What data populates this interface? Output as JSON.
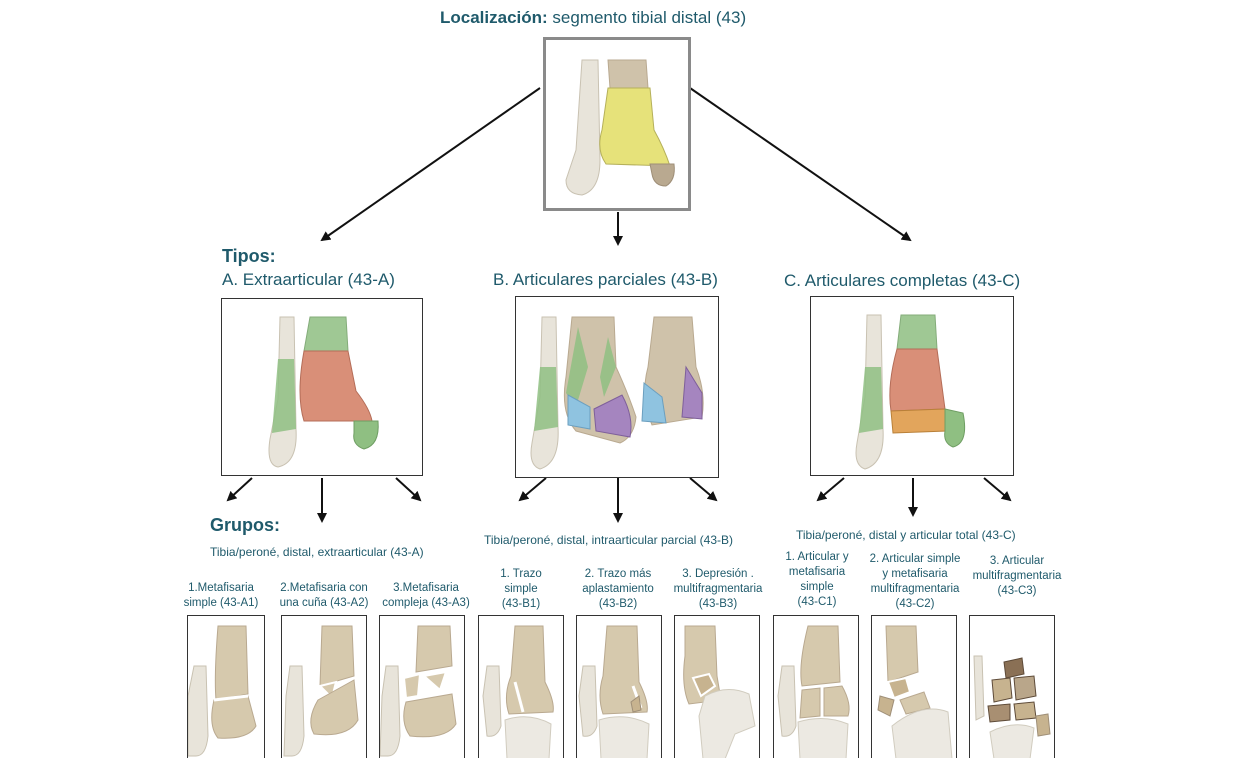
{
  "localization": {
    "label": "Localización:",
    "value": " segmento tibial distal (43)"
  },
  "tipos_label": "Tipos:",
  "grupos_label": "Grupos:",
  "types": [
    {
      "title": "A. Extraarticular (43-A)",
      "description": "Tibia/peroné, distal, extraarticular (43-A)",
      "groups": [
        {
          "lines": [
            "1.Metafisaria",
            "simple (43-A1)"
          ]
        },
        {
          "lines": [
            "2.Metafisaria con",
            "una cuña (43-A2)"
          ]
        },
        {
          "lines": [
            "3.Metafisaria",
            "compleja (43-A3)"
          ]
        }
      ]
    },
    {
      "title": "B. Articulares parciales (43-B)",
      "description": "Tibia/peroné, distal, intraarticular parcial (43-B)",
      "groups": [
        {
          "lines": [
            "1. Trazo",
            "simple",
            "(43-B1)"
          ]
        },
        {
          "lines": [
            "2. Trazo más",
            "aplastamiento",
            "(43-B2)"
          ]
        },
        {
          "lines": [
            "3. Depresión .",
            "multifragmentaria",
            "(43-B3)"
          ]
        }
      ]
    },
    {
      "title": "C. Articulares completas (43-C)",
      "description": "Tibia/peroné, distal y articular total (43-C)",
      "groups": [
        {
          "lines": [
            "1. Articular y",
            "metafisaria",
            "simple",
            "(43-C1)"
          ]
        },
        {
          "lines": [
            "2. Articular simple",
            "y metafisaria",
            "multifragmentaria",
            "(43-C2)"
          ]
        },
        {
          "lines": [
            "3. Articular",
            "multifragmentaria",
            "(43-C3)"
          ]
        }
      ]
    }
  ],
  "colors": {
    "text": "#1f5a6b",
    "bone": "#e8e4da",
    "bone_dark": "#b9a990",
    "highlight_yellow": "#e6e27a",
    "zone_green": "#8fbf82",
    "zone_red": "#d98f78",
    "zone_blue": "#8fc3e0",
    "zone_purple": "#a585bf",
    "zone_orange": "#e2a55c"
  }
}
